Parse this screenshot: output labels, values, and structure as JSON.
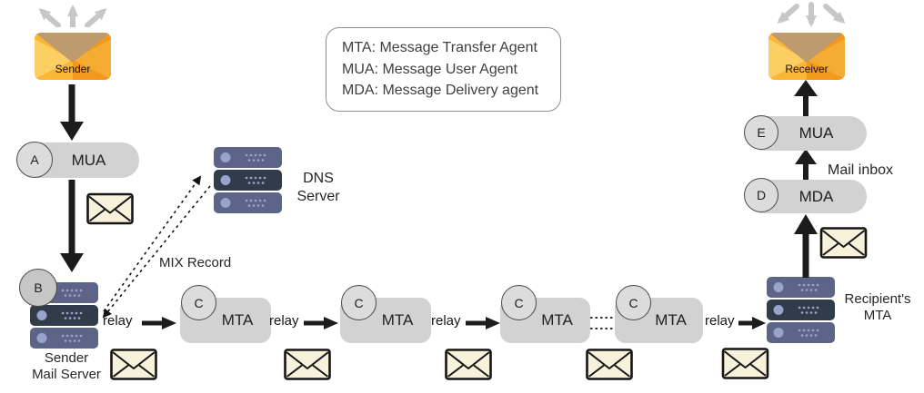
{
  "legend": {
    "line1": "MTA: Message Transfer Agent",
    "line2": "MUA: Message User Agent",
    "line3": "MDA: Message Delivery agent"
  },
  "labels": {
    "sender": "Sender",
    "receiver": "Receiver",
    "mua": "MUA",
    "mda": "MDA",
    "mta": "MTA",
    "relay": "relay",
    "dns_server": "DNS\nServer",
    "sender_mail_server": "Sender\nMail Server",
    "recipients_mta": "Recipient's\nMTA",
    "mix_record": "MIX Record",
    "mail_inbox": "Mail inbox"
  },
  "badges": {
    "a": "A",
    "b": "B",
    "c": "C",
    "d": "D",
    "e": "E"
  },
  "icons": {
    "broadcast": "triple-arrow-icon",
    "mail_message": "envelope-outline-icon",
    "mailbox": "envelope-orange-icon",
    "server": "server-stack-icon"
  },
  "colors": {
    "pill": "#D2D2D2",
    "badge": "#DCDCDC",
    "badge-dark": "#C6C6C6",
    "server-light": "#5C6488",
    "server-dark": "#303C4A",
    "server-dot": "#9AA3CC",
    "cream": "#F8F1DC",
    "arrow-black": "#1C1C1C",
    "arrow-gray": "#C7C7C7",
    "env-left": "#F9B637",
    "env-right": "#F2991D",
    "env-fold-left": "#FBCF63",
    "env-fold-right": "#F5AC33",
    "env-flap": "#BD9B6F"
  }
}
